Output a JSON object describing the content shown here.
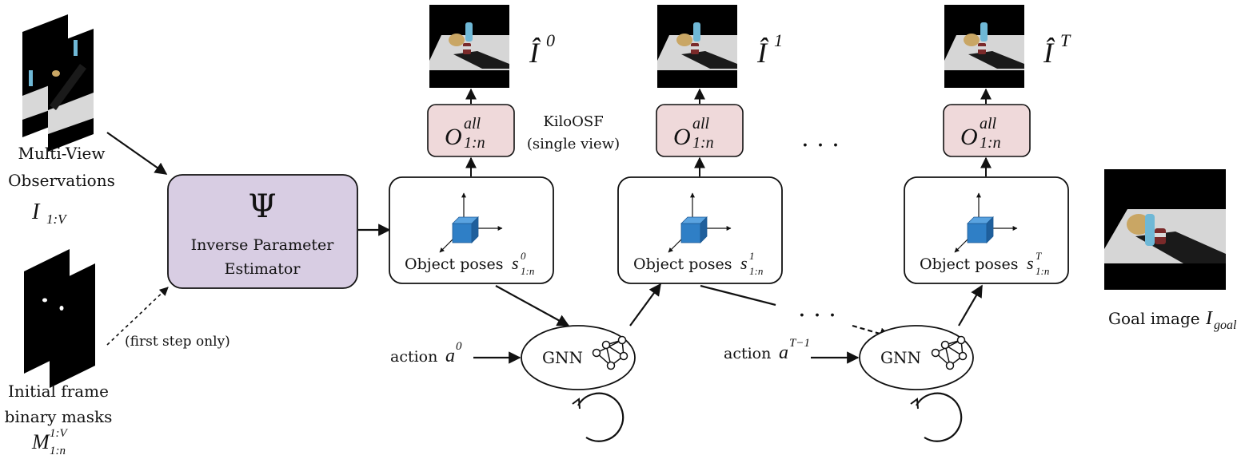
{
  "inputs": {
    "observations": {
      "line1": "Multi-View",
      "line2": "Observations",
      "symbol": "I",
      "subscript": "1:V"
    },
    "masks": {
      "line1": "Initial frame",
      "line2": "binary masks",
      "symbol": "M",
      "subscript": "1:n",
      "superscript": "1:V"
    },
    "first_step_note": "(first step only)"
  },
  "estimator": {
    "symbol": "Ψ",
    "line1": "Inverse Parameter",
    "line2": "Estimator"
  },
  "osf_note": {
    "line1": "KiloOSF",
    "line2": "(single view)"
  },
  "stages": [
    {
      "render_hat": "Î",
      "render_sup": "0",
      "osf_symbol": "O",
      "osf_sup": "all",
      "osf_sub": "1:n",
      "pose_label": "Object poses",
      "pose_symbol": "s",
      "pose_sup": "0",
      "pose_sub": "1:n"
    },
    {
      "render_hat": "Î",
      "render_sup": "1",
      "osf_symbol": "O",
      "osf_sup": "all",
      "osf_sub": "1:n",
      "pose_label": "Object poses",
      "pose_symbol": "s",
      "pose_sup": "1",
      "pose_sub": "1:n"
    },
    {
      "render_hat": "Î",
      "render_sup": "T",
      "osf_symbol": "O",
      "osf_sup": "all",
      "osf_sub": "1:n",
      "pose_label": "Object poses",
      "pose_symbol": "s",
      "pose_sup": "T",
      "pose_sub": "1:n"
    }
  ],
  "gnn": [
    {
      "label": "GNN",
      "action_label": "action",
      "action_symbol": "a",
      "action_sup": "0"
    },
    {
      "label": "GNN",
      "action_label": "action",
      "action_symbol": "a",
      "action_sup": "T−1"
    }
  ],
  "goal": {
    "label": "Goal image",
    "symbol": "I",
    "subscript": "goal"
  },
  "ellipsis": "· · ·",
  "colors": {
    "estimator_fill": "#d8cde3",
    "osf_fill": "#efd9da",
    "cube": "#2f7fc6",
    "cube_top": "#5aa3e0",
    "cube_side": "#1f5f9c",
    "floor": "#d7d7d7",
    "image_bg": "#000000"
  }
}
